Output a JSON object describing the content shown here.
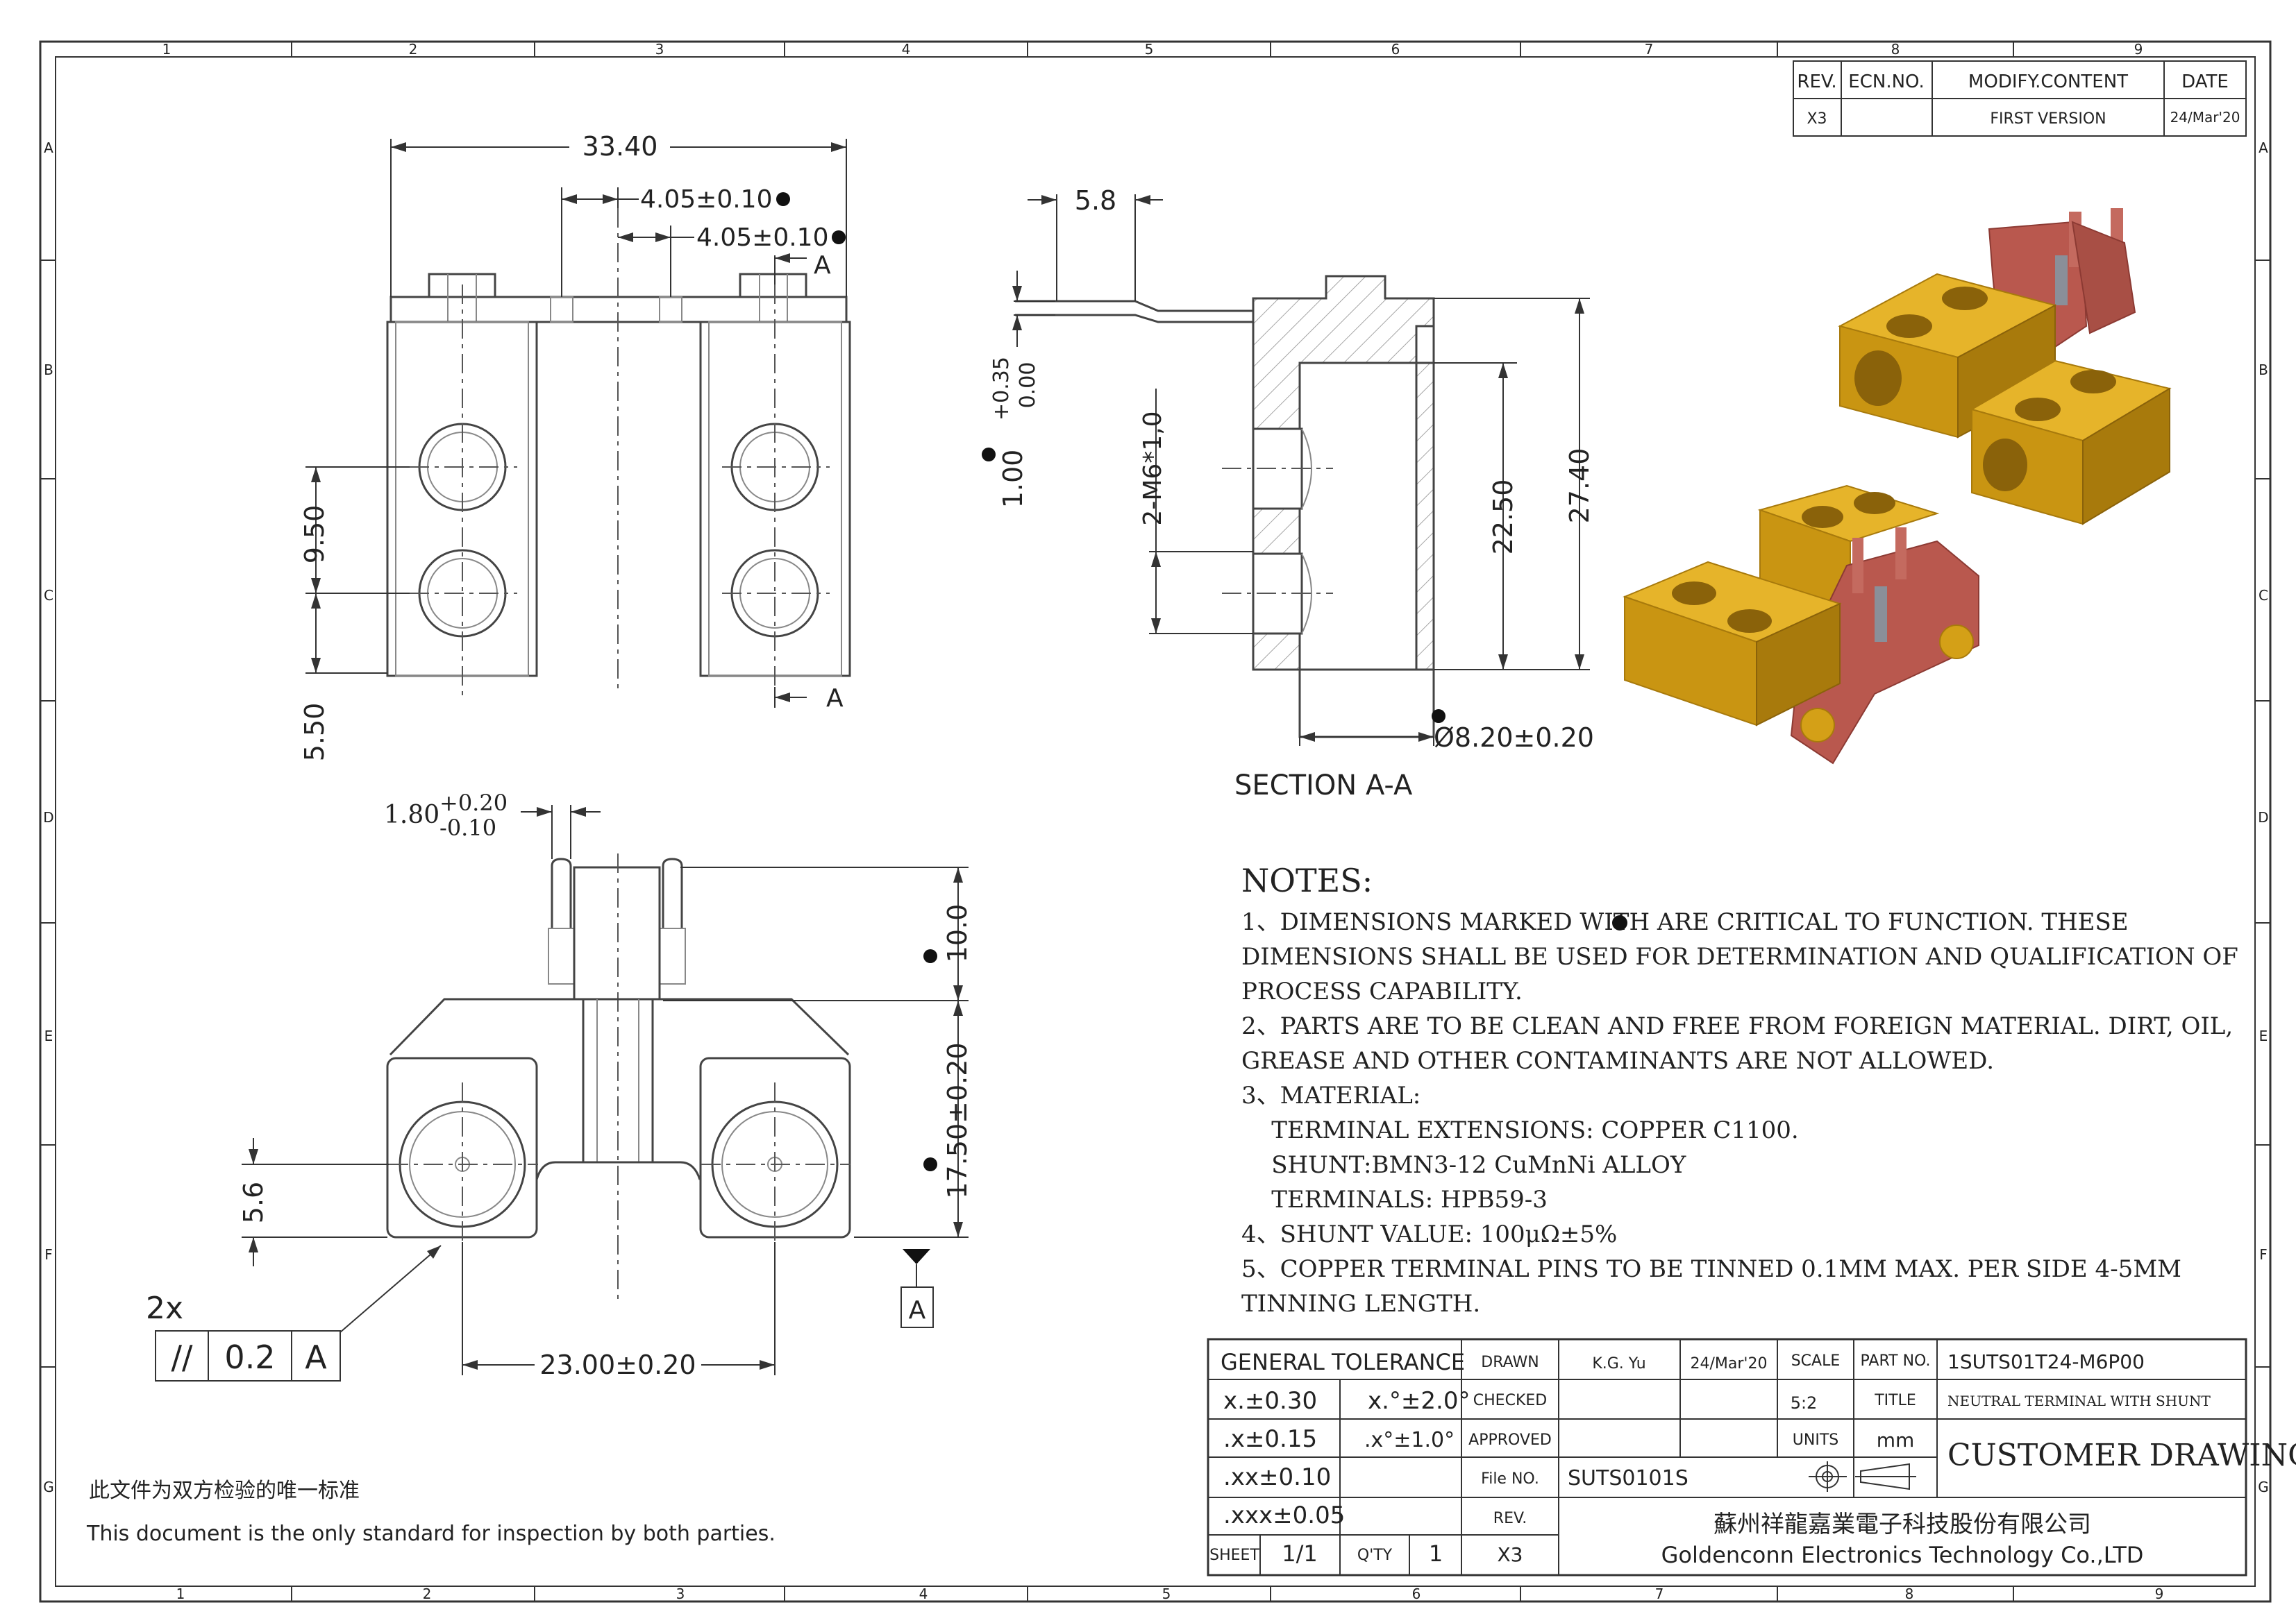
{
  "border": {
    "col_numbers": [
      "1",
      "2",
      "3",
      "4",
      "5",
      "6",
      "7",
      "8",
      "9"
    ],
    "row_letters": [
      "A",
      "B",
      "C",
      "D",
      "E",
      "F",
      "G"
    ]
  },
  "revision": {
    "headers": [
      "REV.",
      "ECN.NO.",
      "MODIFY.CONTENT",
      "DATE"
    ],
    "row": [
      "X3",
      "",
      "FIRST VERSION",
      "24/Mar'20"
    ]
  },
  "top_view": {
    "overall_width": "33.40",
    "pitch_1": "4.05±0.10",
    "pitch_2": "4.05±0.10",
    "section_label": "A",
    "hole_pitch": "9.50",
    "hole_offset": "5.50"
  },
  "section": {
    "pin_width": "5.8",
    "pin_thickness": "1.00",
    "pin_tol_upper": "+0.35",
    "pin_tol_lower": "0.00",
    "thread": "2-M6*1,0",
    "depth_inner": "22.50",
    "depth_total": "27.40",
    "bore_diameter": "Ø8.20±0.20",
    "title": "SECTION  A-A"
  },
  "bottom_view": {
    "pin_width": "1.80",
    "pin_tol_upper": "+0.20",
    "pin_tol_lower": "-0.10",
    "pin_length": "10.0",
    "body_height": "17.50±0.20",
    "hole_offset": "5.6",
    "center_distance": "23.00±0.20",
    "datum": "A",
    "fcf_count": "2x",
    "fcf_symbol": "//",
    "fcf_value": "0.2",
    "fcf_datum": "A"
  },
  "notes": {
    "heading": "NOTES:",
    "lines": [
      "1、DIMENSIONS MARKED WITH      ARE CRITICAL TO FUNCTION. THESE",
      "DIMENSIONS SHALL BE USED FOR DETERMINATION AND QUALIFICATION OF",
      "PROCESS CAPABILITY.",
      "2、PARTS ARE TO BE CLEAN AND FREE FROM FOREIGN MATERIAL. DIRT, OIL,",
      "GREASE AND OTHER CONTAMINANTS ARE NOT ALLOWED.",
      "3、MATERIAL:",
      "    TERMINAL EXTENSIONS: COPPER C1100.",
      "    SHUNT:BMN3-12 CuMnNi ALLOY",
      "    TERMINALS: HPB59-3",
      "4、SHUNT VALUE: 100μΩ±5%",
      "5、COPPER TERMINAL PINS TO BE TINNED 0.1MM MAX. PER SIDE 4-5MM",
      "TINNING LENGTH."
    ]
  },
  "footer": {
    "cn_text": "此文件为双方检验的唯一标准",
    "en_text": "This document is the only standard for inspection by both parties."
  },
  "title_block": {
    "general_tolerance": "GENERAL TOLERANCE",
    "tol_rows": [
      [
        "x.±0.30",
        "x.°±2.0°"
      ],
      [
        ".x±0.15",
        ".x°±1.0°"
      ],
      [
        ".xx±0.10",
        ""
      ],
      [
        ".xxx±0.05",
        ""
      ]
    ],
    "drawn_label": "DRAWN",
    "drawn_by": "K.G. Yu",
    "drawn_date": "24/Mar'20",
    "checked_label": "CHECKED",
    "approved_label": "APPROVED",
    "file_label": "File NO.",
    "file_no": "SUTS0101S",
    "rev_label": "REV.",
    "rev_value": "X3",
    "sheet_label": "SHEET",
    "sheet_value": "1/1",
    "qty_label": "Q'TY",
    "qty_value": "1",
    "scale_label": "SCALE",
    "scale_value": "5:2",
    "units_label": "UNITS",
    "units_value": "mm",
    "part_no_label": "PART NO.",
    "part_no": "1SUTS01T24-M6P00",
    "title_label": "TITLE",
    "title_value": "NEUTRAL TERMINAL WITH SHUNT",
    "drawing_type": "CUSTOMER DRAWING",
    "company_cn": "蘇州祥龍嘉業電子科技股份有限公司",
    "company_en": "Goldenconn Electronics Technology Co.,LTD"
  },
  "colors": {
    "brass": "#d4a017",
    "brass_dark": "#a87a0c",
    "copper": "#b9584e",
    "copper_dark": "#8c3a33",
    "shunt": "#8a8f99"
  }
}
